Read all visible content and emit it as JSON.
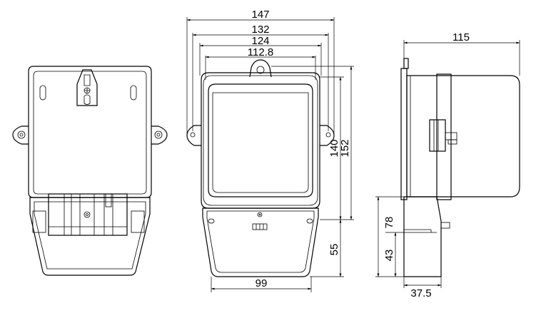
{
  "dimensions": {
    "width_147": "147",
    "width_132": "132",
    "width_124": "124",
    "width_112_8": "112.8",
    "height_140": "140",
    "height_152": "152",
    "height_55": "55",
    "base_width_99": "99",
    "depth_115": "115",
    "side_height_78": "78",
    "side_height_43": "43",
    "side_depth_37_5": "37.5"
  }
}
